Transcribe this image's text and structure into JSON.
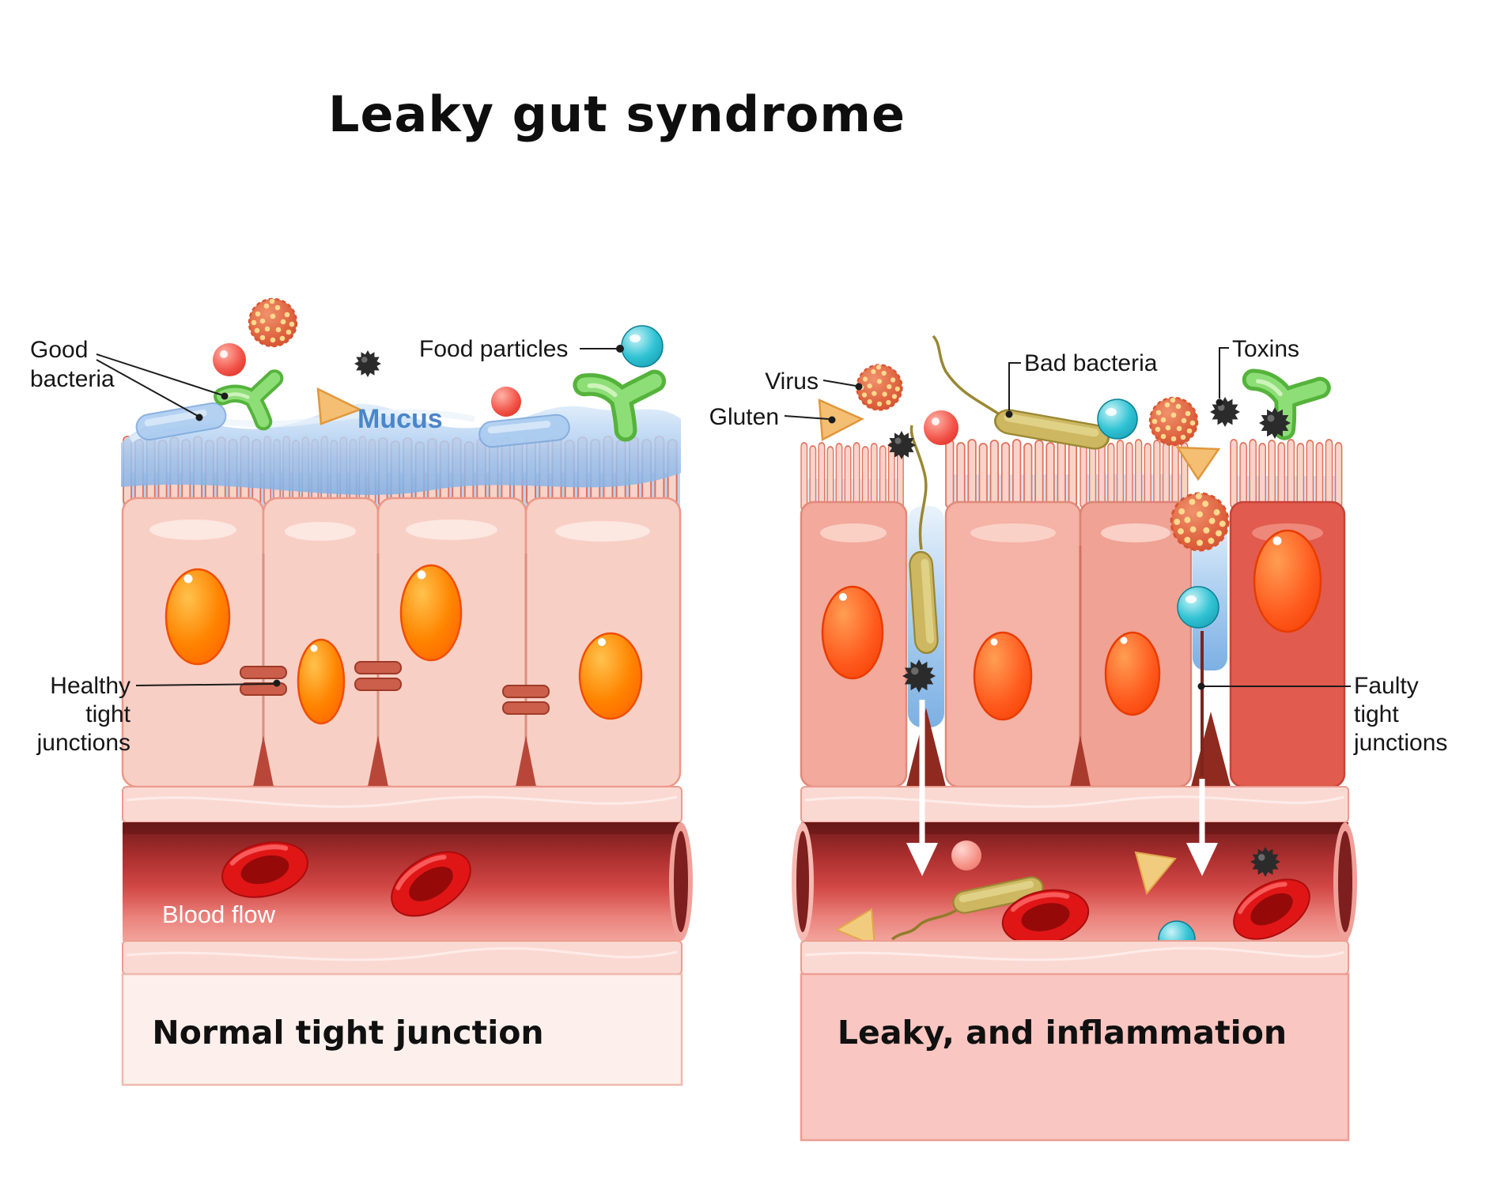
{
  "title": "Leaky gut syndrome",
  "left_panel": {
    "caption": "Normal tight junction",
    "labels": {
      "good_bacteria": [
        "Good",
        "bacteria"
      ],
      "food_particles": "Food particles",
      "mucus": "Mucus",
      "healthy_tight_junctions": [
        "Healthy",
        "tight",
        "junctions"
      ],
      "blood_flow": "Blood flow"
    }
  },
  "right_panel": {
    "caption": "Leaky, and inflammation",
    "labels": {
      "virus": "Virus",
      "gluten": "Gluten",
      "bad_bacteria": "Bad bacteria",
      "toxins": "Toxins",
      "faulty_tight_junctions": [
        "Faulty",
        "tight",
        "junctions"
      ]
    }
  },
  "colors": {
    "mucus_blue": "#8fbbea",
    "epithelial_cell_pink": "#f8cfc6",
    "inflamed_cell_red": "#e15b4f",
    "nucleus_orange": "#ff7d00",
    "tight_junction": "#cb5f4b",
    "blood_vessel_red": "#c63b3c",
    "vessel_wall_pink": "#fbd9d3",
    "good_bacteria_green": "#8ede78",
    "bad_bacteria_olive": "#cdb761",
    "virus_orange": "#e06743",
    "toxin_black": "#2b2b2b",
    "food_particle_teal": "#17aec2",
    "gluten_amber": "#f2b45c",
    "red_blood_cell": "#e01616",
    "caption_left_bg": "#fdf0ec",
    "caption_right_bg": "#f9c6c1"
  }
}
